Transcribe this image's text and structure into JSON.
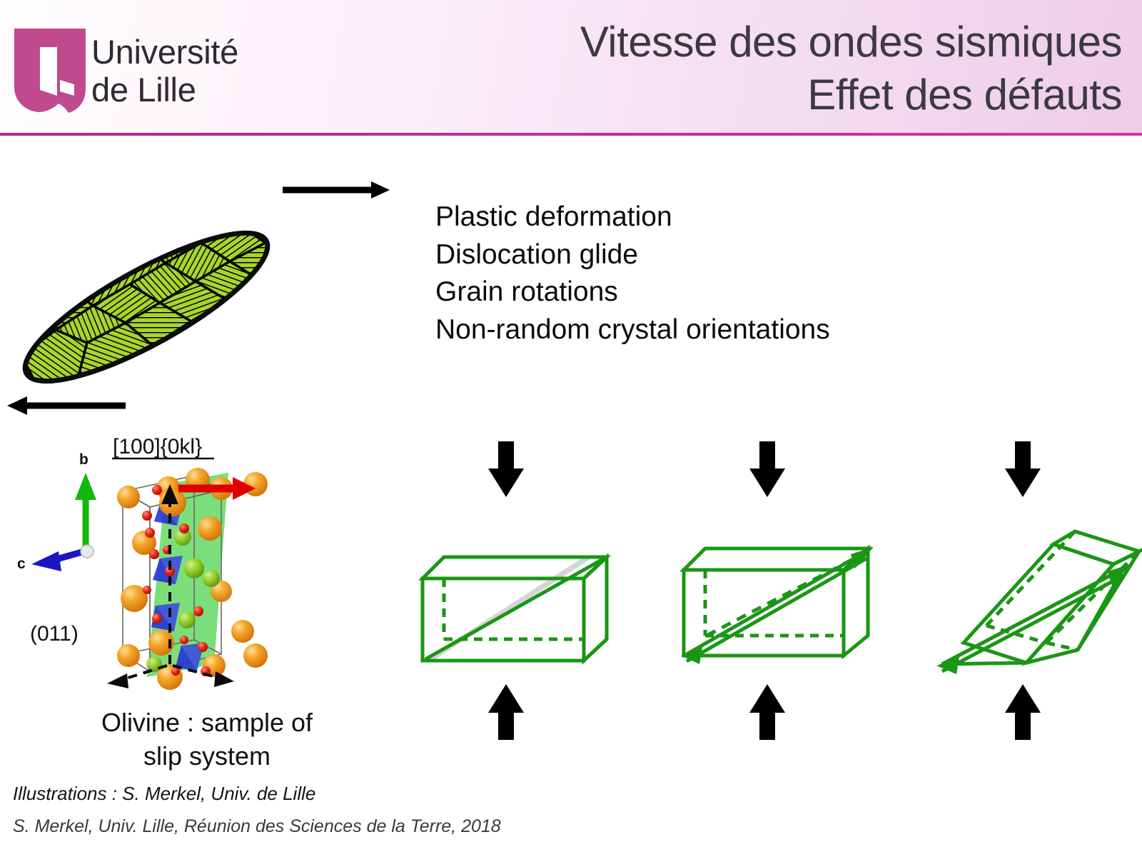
{
  "header": {
    "logo_alt": "Université de Lille",
    "logo_line1": "Université",
    "logo_line2": "de Lille",
    "logo_shield_color": "#bf4a8e",
    "title_line1": "Vitesse des ondes sismiques",
    "title_line2": "Effet des défauts",
    "title_color": "#3a3a3f",
    "rule_color": "#bd2d98"
  },
  "bullets": {
    "items": [
      "Plastic deformation",
      "Dislocation glide",
      "Grain rotations",
      "Non-random crystal orientations"
    ]
  },
  "aggregate": {
    "grain_fill": "#a8d62a",
    "grain_stroke": "#000000",
    "top_arrow_label": "shear-right",
    "bottom_arrow_label": "shear-left",
    "description": "Sheared polycrystalline aggregate with non-random grain orientations"
  },
  "olivine": {
    "slip_system_label": "[100]{0kl}",
    "plane_label": "(011)",
    "axis_b_label": "b",
    "axis_c_label": "c",
    "axis_b_color": "#13b80a",
    "axis_c_color": "#1a16c4",
    "plane_color": "#4bd94b",
    "cation_color": "#f0921e",
    "oxygen_color": "#e81b0c",
    "tetrahedron_color": "#2230d8",
    "burgers_arrow_color": "#e00000",
    "caption_line1": "Olivine : sample of",
    "caption_line2": "slip system"
  },
  "boxes": {
    "edge_color": "#1a9615",
    "plane_fill": "#d8d8d8",
    "arrow_color": "#000000",
    "items": [
      {
        "name": "undeformed-box",
        "state": "undeformed",
        "shear": 0
      },
      {
        "name": "shearing-box",
        "state": "shearing",
        "shear": 0
      },
      {
        "name": "sheared-box",
        "state": "sheared",
        "shear": 38
      }
    ]
  },
  "footer": {
    "line1": "Illustrations : S. Merkel, Univ. de Lille",
    "line2": "S. Merkel, Univ. Lille, Réunion des Sciences de la Terre, 2018"
  }
}
